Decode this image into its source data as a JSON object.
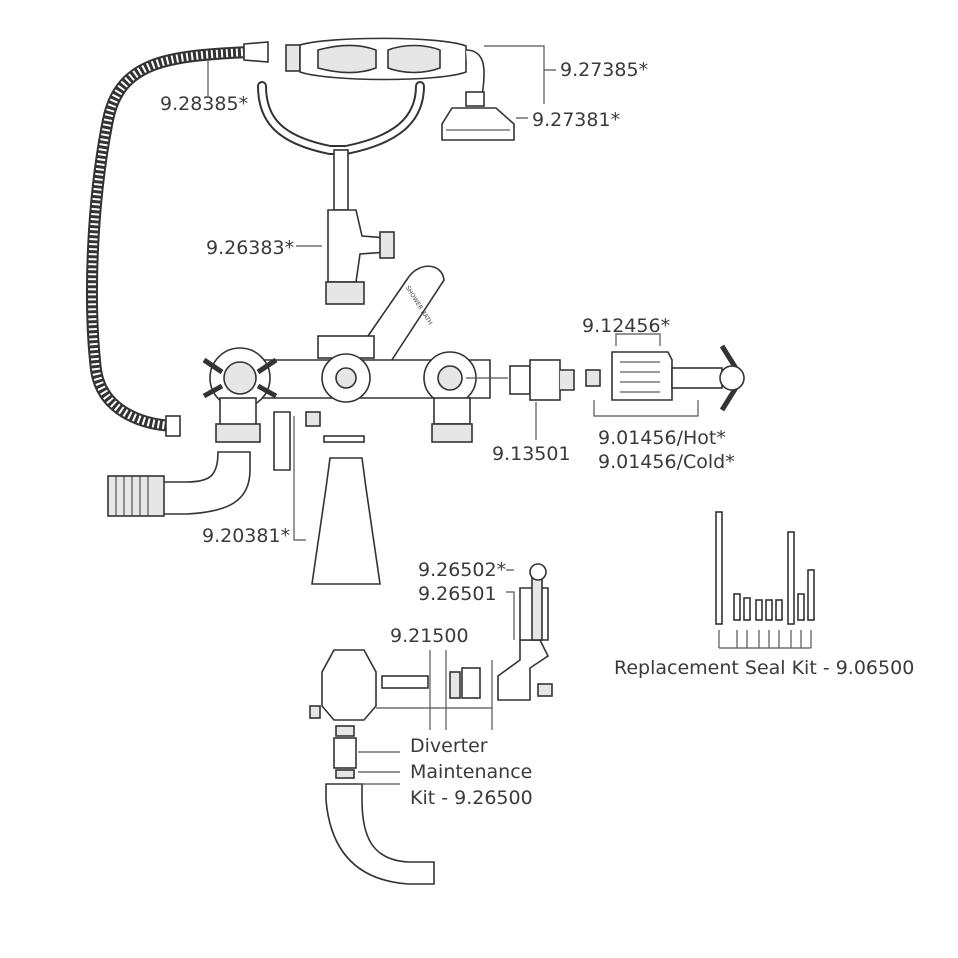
{
  "labels": {
    "hose": "9.28385*",
    "handset_body": "9.27385*",
    "handset_head": "9.27381*",
    "cradle": "9.26383*",
    "lever": "9.12456*",
    "cartridge": "9.13501",
    "handle_hot": "9.01456/Hot*",
    "handle_cold": "9.01456/Cold*",
    "riser": "9.20381*",
    "diverter_knob": "9.26502*",
    "diverter_lever": "9.26501",
    "diverter_spindle": "9.21500",
    "diverter_kit_line1": "Diverter",
    "diverter_kit_line2": "Maintenance",
    "diverter_kit_line3": "Kit - 9.26500",
    "seal_kit": "Replacement Seal Kit - 9.06500",
    "lever_text": "SHOWER BATH"
  }
}
